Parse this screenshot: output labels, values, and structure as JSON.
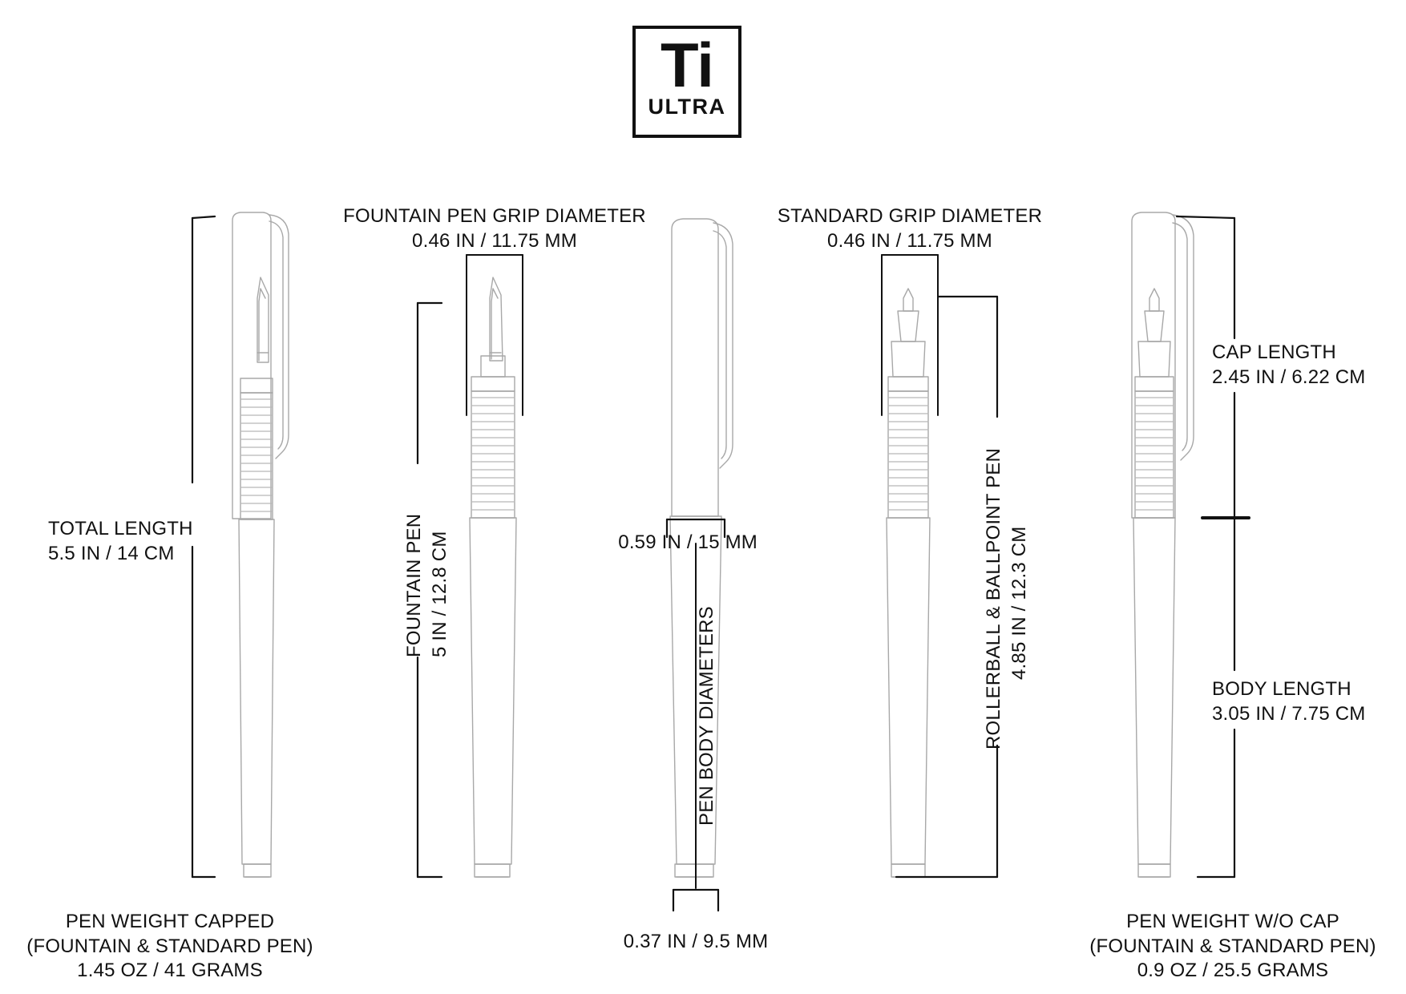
{
  "logo": {
    "mark": "Ti",
    "wordmark": "ULTRA"
  },
  "labels": {
    "total_length": {
      "line1": "TOTAL LENGTH",
      "line2": "5.5 IN / 14 CM"
    },
    "fountain_grip_diameter": {
      "line1": "FOUNTAIN PEN GRIP DIAMETER",
      "line2": "0.46 IN / 11.75 MM"
    },
    "standard_grip_diameter": {
      "line1": "STANDARD GRIP DIAMETER",
      "line2": "0.46 IN / 11.75 MM"
    },
    "cap_length": {
      "line1": "CAP LENGTH",
      "line2": "2.45 IN / 6.22 CM"
    },
    "body_length": {
      "line1": "BODY LENGTH",
      "line2": "3.05 IN / 7.75 CM"
    },
    "body_diameter_top": "0.59 IN / 15 MM",
    "body_diameter_bottom": "0.37 IN / 9.5 MM",
    "pen_body_diameters": "PEN BODY DIAMETERS",
    "fountain_pen": "FOUNTAIN PEN",
    "fountain_pen_length": "5 IN / 12.8 CM",
    "rollerball_ballpoint": "ROLLERBALL & BALLPOINT PEN",
    "rollerball_ballpoint_length": "4.85 IN / 12.3 CM",
    "weight_capped": {
      "line1": "PEN WEIGHT CAPPED",
      "line2": "(FOUNTAIN & STANDARD PEN)",
      "line3": "1.45 OZ / 41 GRAMS"
    },
    "weight_uncapped": {
      "line1": "PEN WEIGHT W/O CAP",
      "line2": "(FOUNTAIN & STANDARD PEN)",
      "line3": "0.9 OZ / 25.5 GRAMS"
    }
  },
  "colors": {
    "ink": "#111111",
    "outline": "#9a9a9a",
    "outline_light": "#c2c2c2",
    "background": "#ffffff"
  },
  "views": [
    {
      "id": "capped-fountain-pen",
      "name": "Capped fountain pen with nib and threaded grip"
    },
    {
      "id": "fountain-pen-nib",
      "name": "Fountain pen nib and grip section"
    },
    {
      "id": "pen-body-profile",
      "name": "Pen body profile for diameters"
    },
    {
      "id": "rollerball-refill",
      "name": "Rollerball and ballpoint tip with threaded grip"
    },
    {
      "id": "capped-pen-right",
      "name": "Capped pen showing cap and body lengths"
    }
  ]
}
